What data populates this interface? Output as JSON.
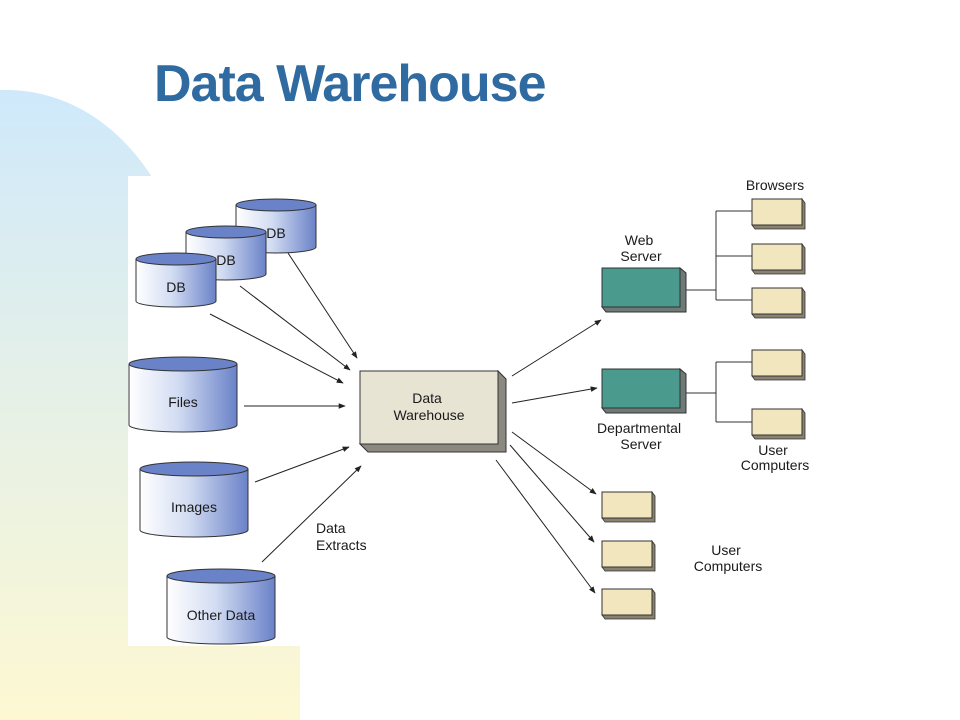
{
  "title": "Data Warehouse",
  "colors": {
    "title": "#2f6aa0",
    "server": "#4a9a8e",
    "client": "#f2e6bf",
    "warehouse": "#e8e4d4",
    "cylinder": "#6a82c8"
  },
  "sources": {
    "db1": "DB",
    "db2": "DB",
    "db3": "DB",
    "files": "Files",
    "images": "Images",
    "other": "Other Data"
  },
  "data_extracts": [
    "Data",
    "Extracts"
  ],
  "warehouse": [
    "Data",
    "Warehouse"
  ],
  "web_server": [
    "Web",
    "Server"
  ],
  "browsers": "Browsers",
  "departmental_server": [
    "Departmental",
    "Server"
  ],
  "user_computers_1": [
    "User",
    "Computers"
  ],
  "user_computers_2": [
    "User",
    "Computers"
  ]
}
